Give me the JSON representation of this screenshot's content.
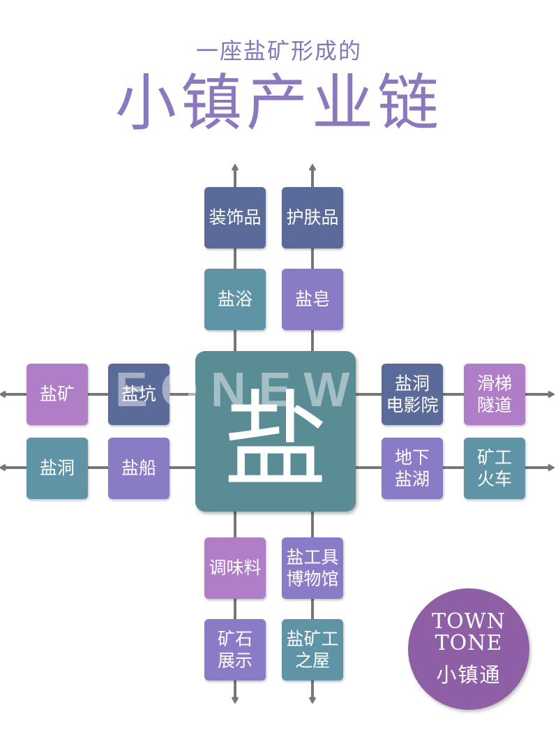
{
  "header": {
    "subtitle": "一座盐矿形成的",
    "title": "小镇产业链"
  },
  "center": {
    "label": "盐"
  },
  "watermark": "EONEW",
  "colors": {
    "navy": "#5b6b99",
    "teal": "#5f93a6",
    "violet": "#8b7bc6",
    "orchid": "#b07ec6",
    "center": "#5a8c95",
    "badge": "#8f5fa6",
    "line": "#777777"
  },
  "nodes": {
    "decoration": "装饰品",
    "skincare": "护肤品",
    "salt_bath": "盐浴",
    "salt_soap": "盐皂",
    "salt_mine": "盐矿",
    "salt_pit": "盐坑",
    "salt_cave": "盐洞",
    "salt_boat": "盐船",
    "salt_cave_cinema": "盐洞\n电影院",
    "slide_tunnel": "滑梯\n隧道",
    "underground_salt_lake": "地下\n盐湖",
    "miner_train": "矿工\n火车",
    "seasoning": "调味料",
    "salt_tool_museum": "盐工具\n博物馆",
    "ore_display": "矿石\n展示",
    "salt_miner_house": "盐矿工\n之屋"
  },
  "badge": {
    "line1": "TOWN",
    "line2": "TONE",
    "line3": "小镇通"
  }
}
